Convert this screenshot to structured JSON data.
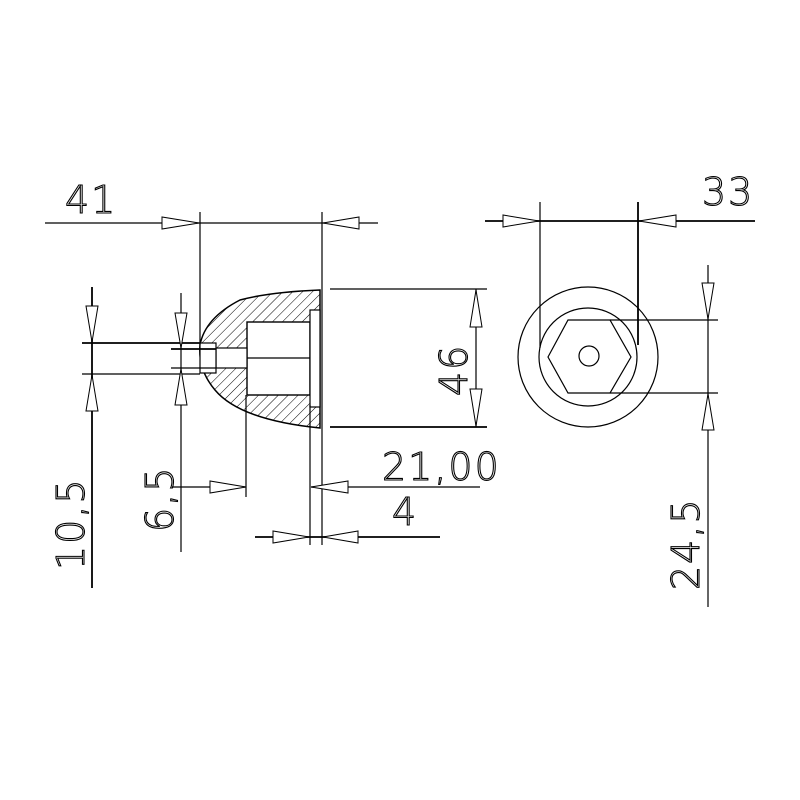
{
  "drawing": {
    "type": "technical-drawing",
    "views": [
      "side-section-view",
      "end-view"
    ],
    "colors": {
      "line": "#000000",
      "background": "#ffffff"
    }
  },
  "dimensions": {
    "d41": "41",
    "d33": "33",
    "d46": "46",
    "d10_5": "10,5",
    "d6_5": "6,5",
    "d21_00": "21,00",
    "d4": "4",
    "d24_5": "24,5"
  }
}
